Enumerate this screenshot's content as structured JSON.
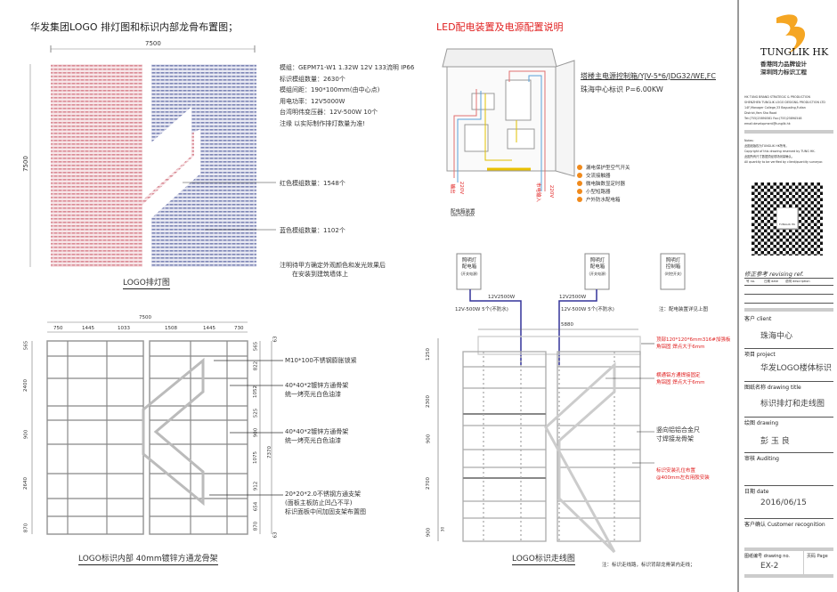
{
  "left_top": {
    "title": "华发集团LOGO 排灯图和标识内部龙骨布置图；",
    "dim_width": "7500",
    "dim_height": "7500",
    "specs": [
      "模组：GEPM71-W1   1.32W   12V   133流明   IP66",
      "标识模组数量：2630个",
      "模组间距：190*100mm(由中心点)",
      "用电功率：12V5000W",
      "台湾明伟变压器：12V-500W 10个"
    ],
    "note1": "注缘 以实际制作排灯数量为准!",
    "red_count": "红色模组数量：1548个",
    "blue_count": "蓝色模组数量：1102个",
    "note2_line1": "注明待甲方确定外观颜色和发光效果后",
    "note2_line2": "在安装到建筑墙体上",
    "caption": "LOGO排灯图",
    "colors": {
      "red": "#e8a0a8",
      "blue": "#8a92c0"
    }
  },
  "left_bottom": {
    "dim_total": "7500",
    "dims_top": [
      "750",
      "1445",
      "1033",
      "1508",
      "1445",
      "730"
    ],
    "dims_left": [
      "565",
      "2400",
      "900",
      "2640",
      "870"
    ],
    "dims_right": [
      "565",
      "822",
      "1052",
      "525",
      "900",
      "1075",
      "912",
      "654",
      "870"
    ],
    "dim_right_total": "7370",
    "dim_edge": "63",
    "labels": [
      [
        "M10*100不锈钢膨胀锁紧"
      ],
      [
        "40*40*2镀锌方通骨架",
        "统一烤亮光白色油漆"
      ],
      [
        "40*40*2镀锌方通骨架",
        "统一烤亮光白色油漆"
      ],
      [
        "20*20*2.0不锈钢方通支架",
        "(面板主板防止凹凸不平)",
        "标识面板中间加固支架布置图"
      ]
    ],
    "caption": "LOGO标识内部 40mm镀锌方通龙骨架"
  },
  "right_top": {
    "title": "LED配电装置及电源配置说明",
    "cabinet_line1": "塔楼主电源控制箱/YJV-5*6/JDG32/WE,FC",
    "cabinet_line2": "珠海中心标识    P=6.00KW",
    "legend": [
      "漏电保护型空气开关",
      "交流接触器",
      "微电脑数显定时器",
      "小型短路器",
      "户外防水配电箱"
    ],
    "wire_labels": [
      "输出",
      "220V",
      "市电输入",
      "220V"
    ],
    "box_caption": "配电箱装置",
    "box_caption_en": "SWITCHBOX"
  },
  "right_bottom": {
    "boxes": [
      [
        "照明灯",
        "配电箱",
        "(开关电源)"
      ],
      [
        "照明灯",
        "配电箱",
        "(开关电源)"
      ],
      [
        "照明灯",
        "控制箱",
        "(时控开关)"
      ]
    ],
    "power1": "12V2500W",
    "power2": "12V2500W",
    "psu1": "12V-500W  5个(不防水)",
    "psu2": "12V-500W  5个(不防水)",
    "note_box": "注：配电装置详见上图",
    "dim_width": "5880",
    "dims_left": [
      "1250",
      "2300",
      "900",
      "2700",
      "900"
    ],
    "dim_small": "30",
    "labels": [
      [
        "顶部120*120*6mm316#加强板",
        "角铝固 焊点大于6mm"
      ],
      [
        "横通铝方通焊接固定",
        "角铝固 焊点大于6mm"
      ],
      [
        "竖向铝铝合金尺",
        "寸焊接龙骨架"
      ],
      [
        "标识安装孔位布置",
        "@400mm左右用胶安装"
      ]
    ],
    "caption": "LOGO标识走线图",
    "note": "注：标识走线路，标识背部龙骨架内走线；"
  },
  "sidebar": {
    "brand": "TUNGLIK HK",
    "brand_cn1": "香港同力品牌设计",
    "brand_cn2": "深圳同力标识工程",
    "company": [
      "HK TUNG BRAND STRATEGIC & PRODUCTION",
      "SHENZHEN TUNGLIK LOGO DESIGN& PRODUCTION LTD",
      "14F,Manager College,33 Bagualing,Futian",
      "District,Yam Sha Road",
      "Tel:(755)25890581                Fax:(755)25890548",
      "email:development@tunglik.hk"
    ],
    "notes": [
      "Notes:",
      "此图纸版权为TUNGLIK HK所有。",
      "Copyright of this drawing reserved by TUNG HK.",
      "此图所有尺寸数据须经现场测量确认。",
      "All quantity to be verified by client/quantity surveyor."
    ],
    "qr_label": "TUNGLIK HK",
    "revising": "修正参考  revising ref.",
    "rev_cols": [
      "号 no.",
      "日期 date",
      "说明 description"
    ],
    "client_label": "客户  client",
    "client": "珠海中心",
    "project_label": "项目  project",
    "project": "华发LOGO楼体标识",
    "drawing_title_label": "图纸名称  drawing title",
    "drawing_title": "标识排灯和走线图",
    "drawing_label": "绘图  drawing",
    "drawing": "彭 玉 良",
    "auditing_label": "审核  Auditing",
    "date_label": "日期  date",
    "date": "2016/06/15",
    "customer_label": "客户确认  Customer recognition",
    "drawing_no_label": "图纸编号  drawing no.",
    "page_label": "页码  Page",
    "drawing_no": "EX-2",
    "accent": "#f5a623"
  }
}
